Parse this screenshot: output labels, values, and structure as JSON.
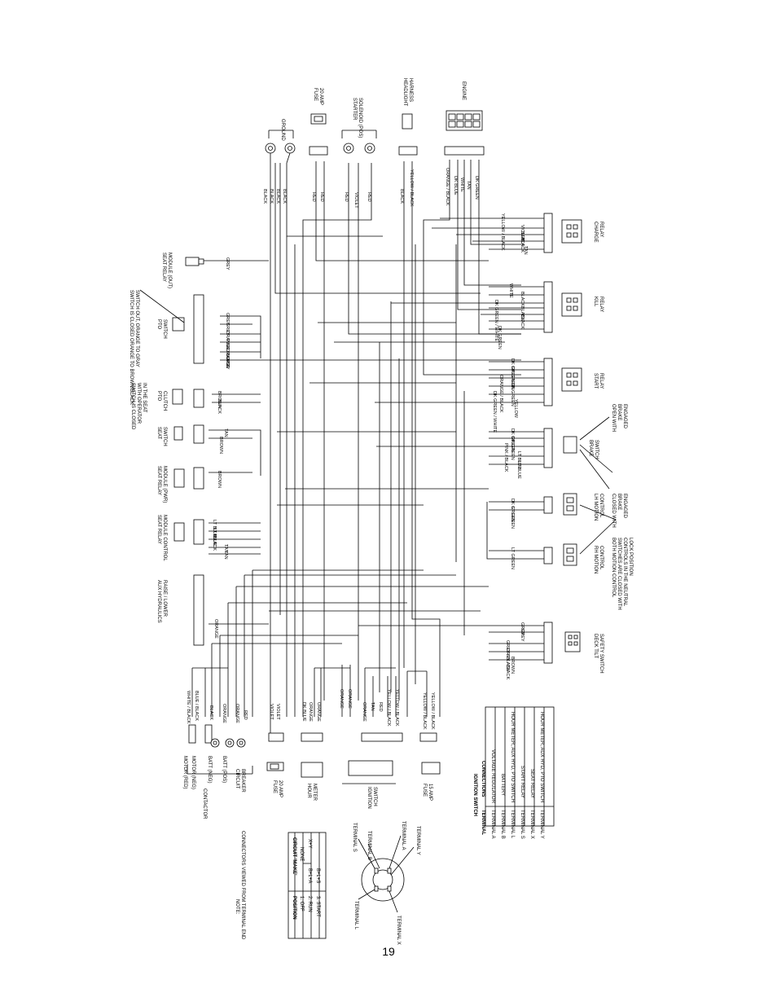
{
  "page_number": "19",
  "top_components": {
    "ground": "GROUND",
    "fuse_20a_top": [
      "FUSE",
      "20 AMP"
    ],
    "starter": [
      "STARTER",
      "SOLENOID (POS)"
    ],
    "headlight": [
      "HEADLIGHT",
      "HARNESS"
    ],
    "engine": "ENGINE"
  },
  "top_wires": {
    "ground": [
      "BLACK",
      "BLACK",
      "BLACK",
      "BLACK"
    ],
    "fuse": [
      "RED",
      "RED"
    ],
    "starter": [
      "RED",
      "VIOLET",
      "RED"
    ],
    "headlight": [
      "BLACK",
      "YELLOW / BLACK"
    ],
    "engine": [
      "ORANGE / BLACK",
      "DK BLUE",
      "WHITE",
      "TAN",
      "DK GREEN"
    ]
  },
  "left_components": {
    "seat_relay_top": [
      "SEAT RELAY",
      "MODULE (OUT)"
    ],
    "pto_switch": [
      "PTO",
      "SWITCH"
    ],
    "pto_note": [
      "SWITCH IS CLOSED ORANGE TO BROWN/BLACK",
      "SWITCH OUT, ORANGE TO GRAY"
    ],
    "pto_clutch": [
      "PTO",
      "CLUTCH"
    ],
    "pto_clutch_note": [
      "SWITCH IS CLOSED",
      "WITH OPERATOR",
      "IN THE SEAT"
    ],
    "seat_switch": [
      "SEAT",
      "SWITCH"
    ],
    "seat_relay_power": [
      "SEAT RELAY",
      "MODULE (PWR)"
    ],
    "seat_relay_control": [
      "SEAT RELAY",
      "MODULE CONTROL"
    ],
    "aux_hydraulics": [
      "AUX HYDRAULICS",
      "RAISE / LOWER"
    ]
  },
  "left_wires": {
    "seat_relay_top": [
      "GREY"
    ],
    "pto_switch": [
      "GREY",
      "GREY",
      "ORANGE",
      "PINK / BLACK",
      "ORANGE",
      "GREY"
    ],
    "pto_clutch": [
      "BROWN",
      "BLACK"
    ],
    "seat_switch": [
      "TAN",
      "BROWN"
    ],
    "seat_relay_power": [
      "BROWN"
    ],
    "seat_relay_control": [
      "LT BLUE",
      "LT BLUE",
      "BLACK",
      "TAN",
      "TAN"
    ],
    "aux_hydraulics": [
      "ORANGE"
    ]
  },
  "right_components": {
    "charge_relay": [
      "CHARGE",
      "RELAY"
    ],
    "kill_relay": [
      "KILL",
      "RELAY"
    ],
    "start_relay": [
      "START",
      "RELAY"
    ],
    "brake_switch": [
      "BRAKE",
      "SWITCH"
    ],
    "brake_note": [
      "OPEN WITH",
      "BRAKE",
      "ENGAGED"
    ],
    "lh_motion": [
      "LH MOTION",
      "CONTROL"
    ],
    "rh_motion": [
      "RH MOTION",
      "CONTROL"
    ],
    "motion_note": [
      "CLOSED WITH",
      "BRAKE",
      "ENGAGED"
    ],
    "motion_note2": [
      "BOTH MOTION CONTROL",
      "SWITCHES ARE CLOSED WITH",
      "CONTROLS IN THE NEUTRAL",
      "LOCK POSITION"
    ],
    "deck_switch": [
      "DECK TILT",
      "SAFETY SWITCH"
    ]
  },
  "right_wires": {
    "charge_relay": [
      "YELLOW / BLACK",
      "VIOLET",
      "BLACK",
      "BLACK",
      "TAN"
    ],
    "kill_relay": [
      "WHITE",
      "BLACK",
      "DK GREEN / WHITE",
      "BLACK",
      "BLACK",
      "DK GREEN"
    ],
    "start_relay": [
      "DK GREEN",
      "DK GREEN",
      "ORANGE / BLACK",
      "DK GREEN",
      "DK GREEN / WHITE",
      "YELLOW"
    ],
    "brake_switch": [
      "DK GREEN",
      "DK GREEN",
      "PINK / BLACK",
      "LT BLUE",
      "LT BLUE"
    ],
    "lh_motion": [
      "DK GREEN",
      "LT GREEN"
    ],
    "rh_motion": [
      "LT GREEN"
    ],
    "deck_switch": [
      "GREY",
      "GREY",
      "GREY / BLACK",
      "GREY / BLACK",
      "BROWN"
    ]
  },
  "bottom_components": {
    "contactor": "CONTACTOR",
    "contactor_terms": [
      "MOTOR (RED)",
      "MOTOR (NEG)",
      "BATT (NEG)",
      "BATT (POS)"
    ],
    "circuit_breaker": [
      "CIRCUIT",
      "BREAKER"
    ],
    "fuse_20a": [
      "FUSE",
      "20 AMP"
    ],
    "hour_meter": [
      "HOUR",
      "METER"
    ],
    "ignition_switch": [
      "IGNITION",
      "SWITCH"
    ],
    "fuse_15a": [
      "FUSE",
      "15 AMP"
    ]
  },
  "bottom_wires": {
    "contactor": [
      "WHITE / BLACK",
      "BLUE / BLACK",
      "BLACK",
      "ORANGE",
      "ORANGE",
      "RED"
    ],
    "violet": [
      "VIOLET",
      "VIOLET"
    ],
    "hour_meter": [
      "DK BLUE",
      "ORANGE",
      "ORANGE"
    ],
    "ignition": [
      "ORANGE",
      "ORANGE",
      "ORANGE",
      "TAN",
      "RED",
      "YELLOW / BLACK",
      "YELLOW / BLACK"
    ],
    "fuse_15a": [
      "YELLOW / BLACK",
      "YELLOW / BLACK"
    ]
  },
  "ignition_table": {
    "title": "IGNITION SWITCH",
    "headers": [
      "TERMINAL",
      "CONNECTIONS"
    ],
    "rows": [
      [
        "TERMINAL A",
        "VOLTAGE REGULATOR"
      ],
      [
        "TERMINAL B",
        "BATTERY"
      ],
      [
        "TERMINAL L",
        "HOUR METER, AUX HYD, PTO SWITCH"
      ],
      [
        "TERMINAL S",
        "START RELAY"
      ],
      [
        "TERMINAL X",
        "SEAT RELAY"
      ],
      [
        "TERMINAL Y",
        "HOUR METER, AUX HYD, PTO SWITCH"
      ]
    ]
  },
  "position_table": {
    "headers": [
      "POSITION",
      "CIRCUIT 'MAKE'"
    ],
    "rows": [
      [
        "1. OFF",
        "NONE"
      ],
      [
        "2. RUN",
        "B+L+A",
        "X+Y"
      ],
      [
        "3. START",
        "B+L+S"
      ]
    ]
  },
  "note": [
    "NOTE:",
    "CONNECTORS VIEWED FROM TERMINAL END"
  ],
  "ignition_terminals": [
    "TERMINAL S",
    "TERMINAL B",
    "TERMINAL A",
    "TERMINAL Y",
    "TERMINAL L",
    "TERMINAL X"
  ]
}
